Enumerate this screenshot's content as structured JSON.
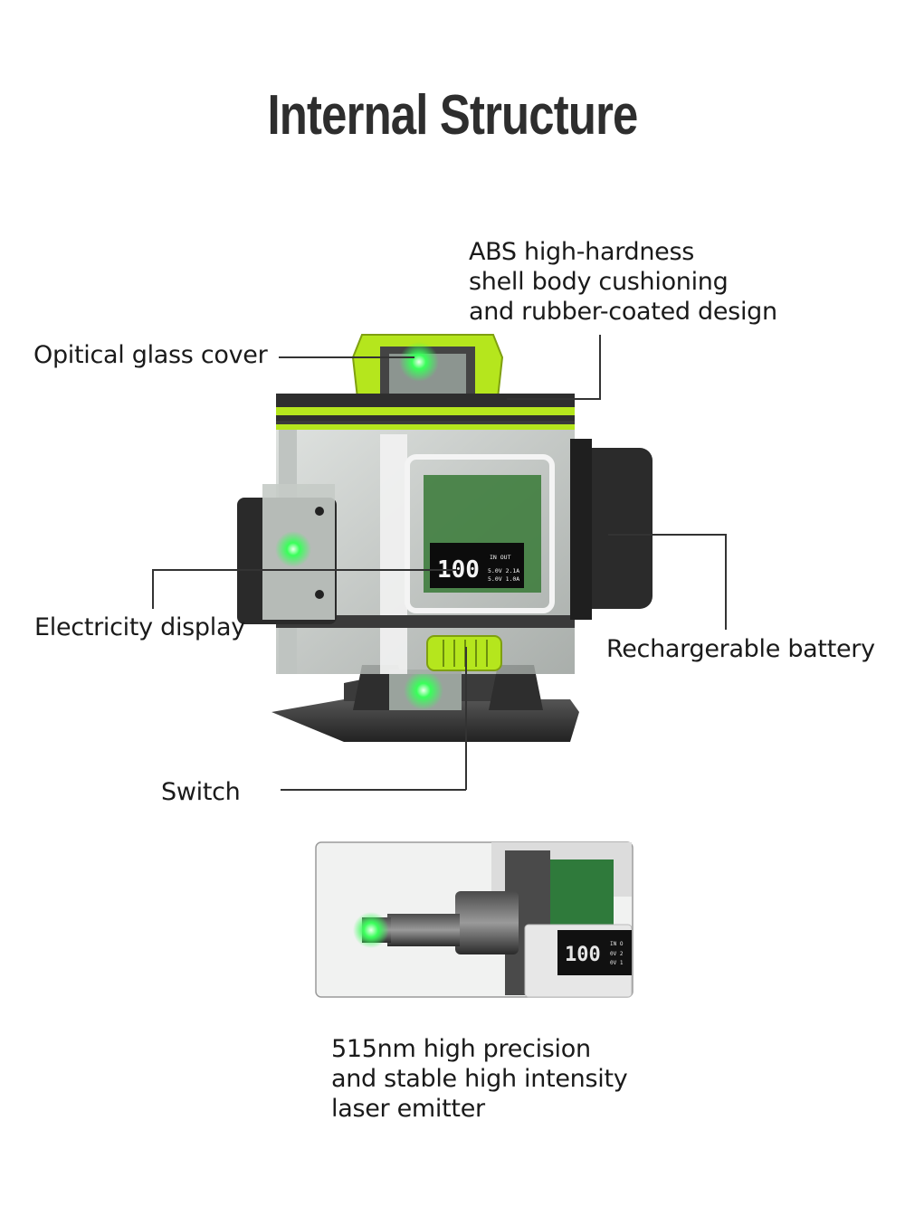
{
  "title": "Internal Structure",
  "callouts": {
    "abs_shell": [
      "ABS high-hardness",
      "shell body cushioning",
      "and rubber-coated design"
    ],
    "glass_cover": "Opitical glass cover",
    "electricity_display": "Electricity display",
    "rechargeable_battery": "Rechargerable battery",
    "switch": "Switch",
    "laser_emitter": [
      "515nm high precision",
      "and stable high intensity",
      "laser emitter"
    ]
  },
  "display_screen": {
    "reading": "100",
    "header": "IN  OUT",
    "row1": "5.0V 2.1A",
    "row2": "5.0V 1.0A"
  },
  "inset_display": {
    "reading": "100",
    "header": "IN  O",
    "row1": "0V 2",
    "row2": "0V 1"
  },
  "colors": {
    "accent_green": "#b5e61d",
    "laser_green": "#39ff5a",
    "dark_body": "#2b2b2b",
    "callout_line": "#333333"
  }
}
